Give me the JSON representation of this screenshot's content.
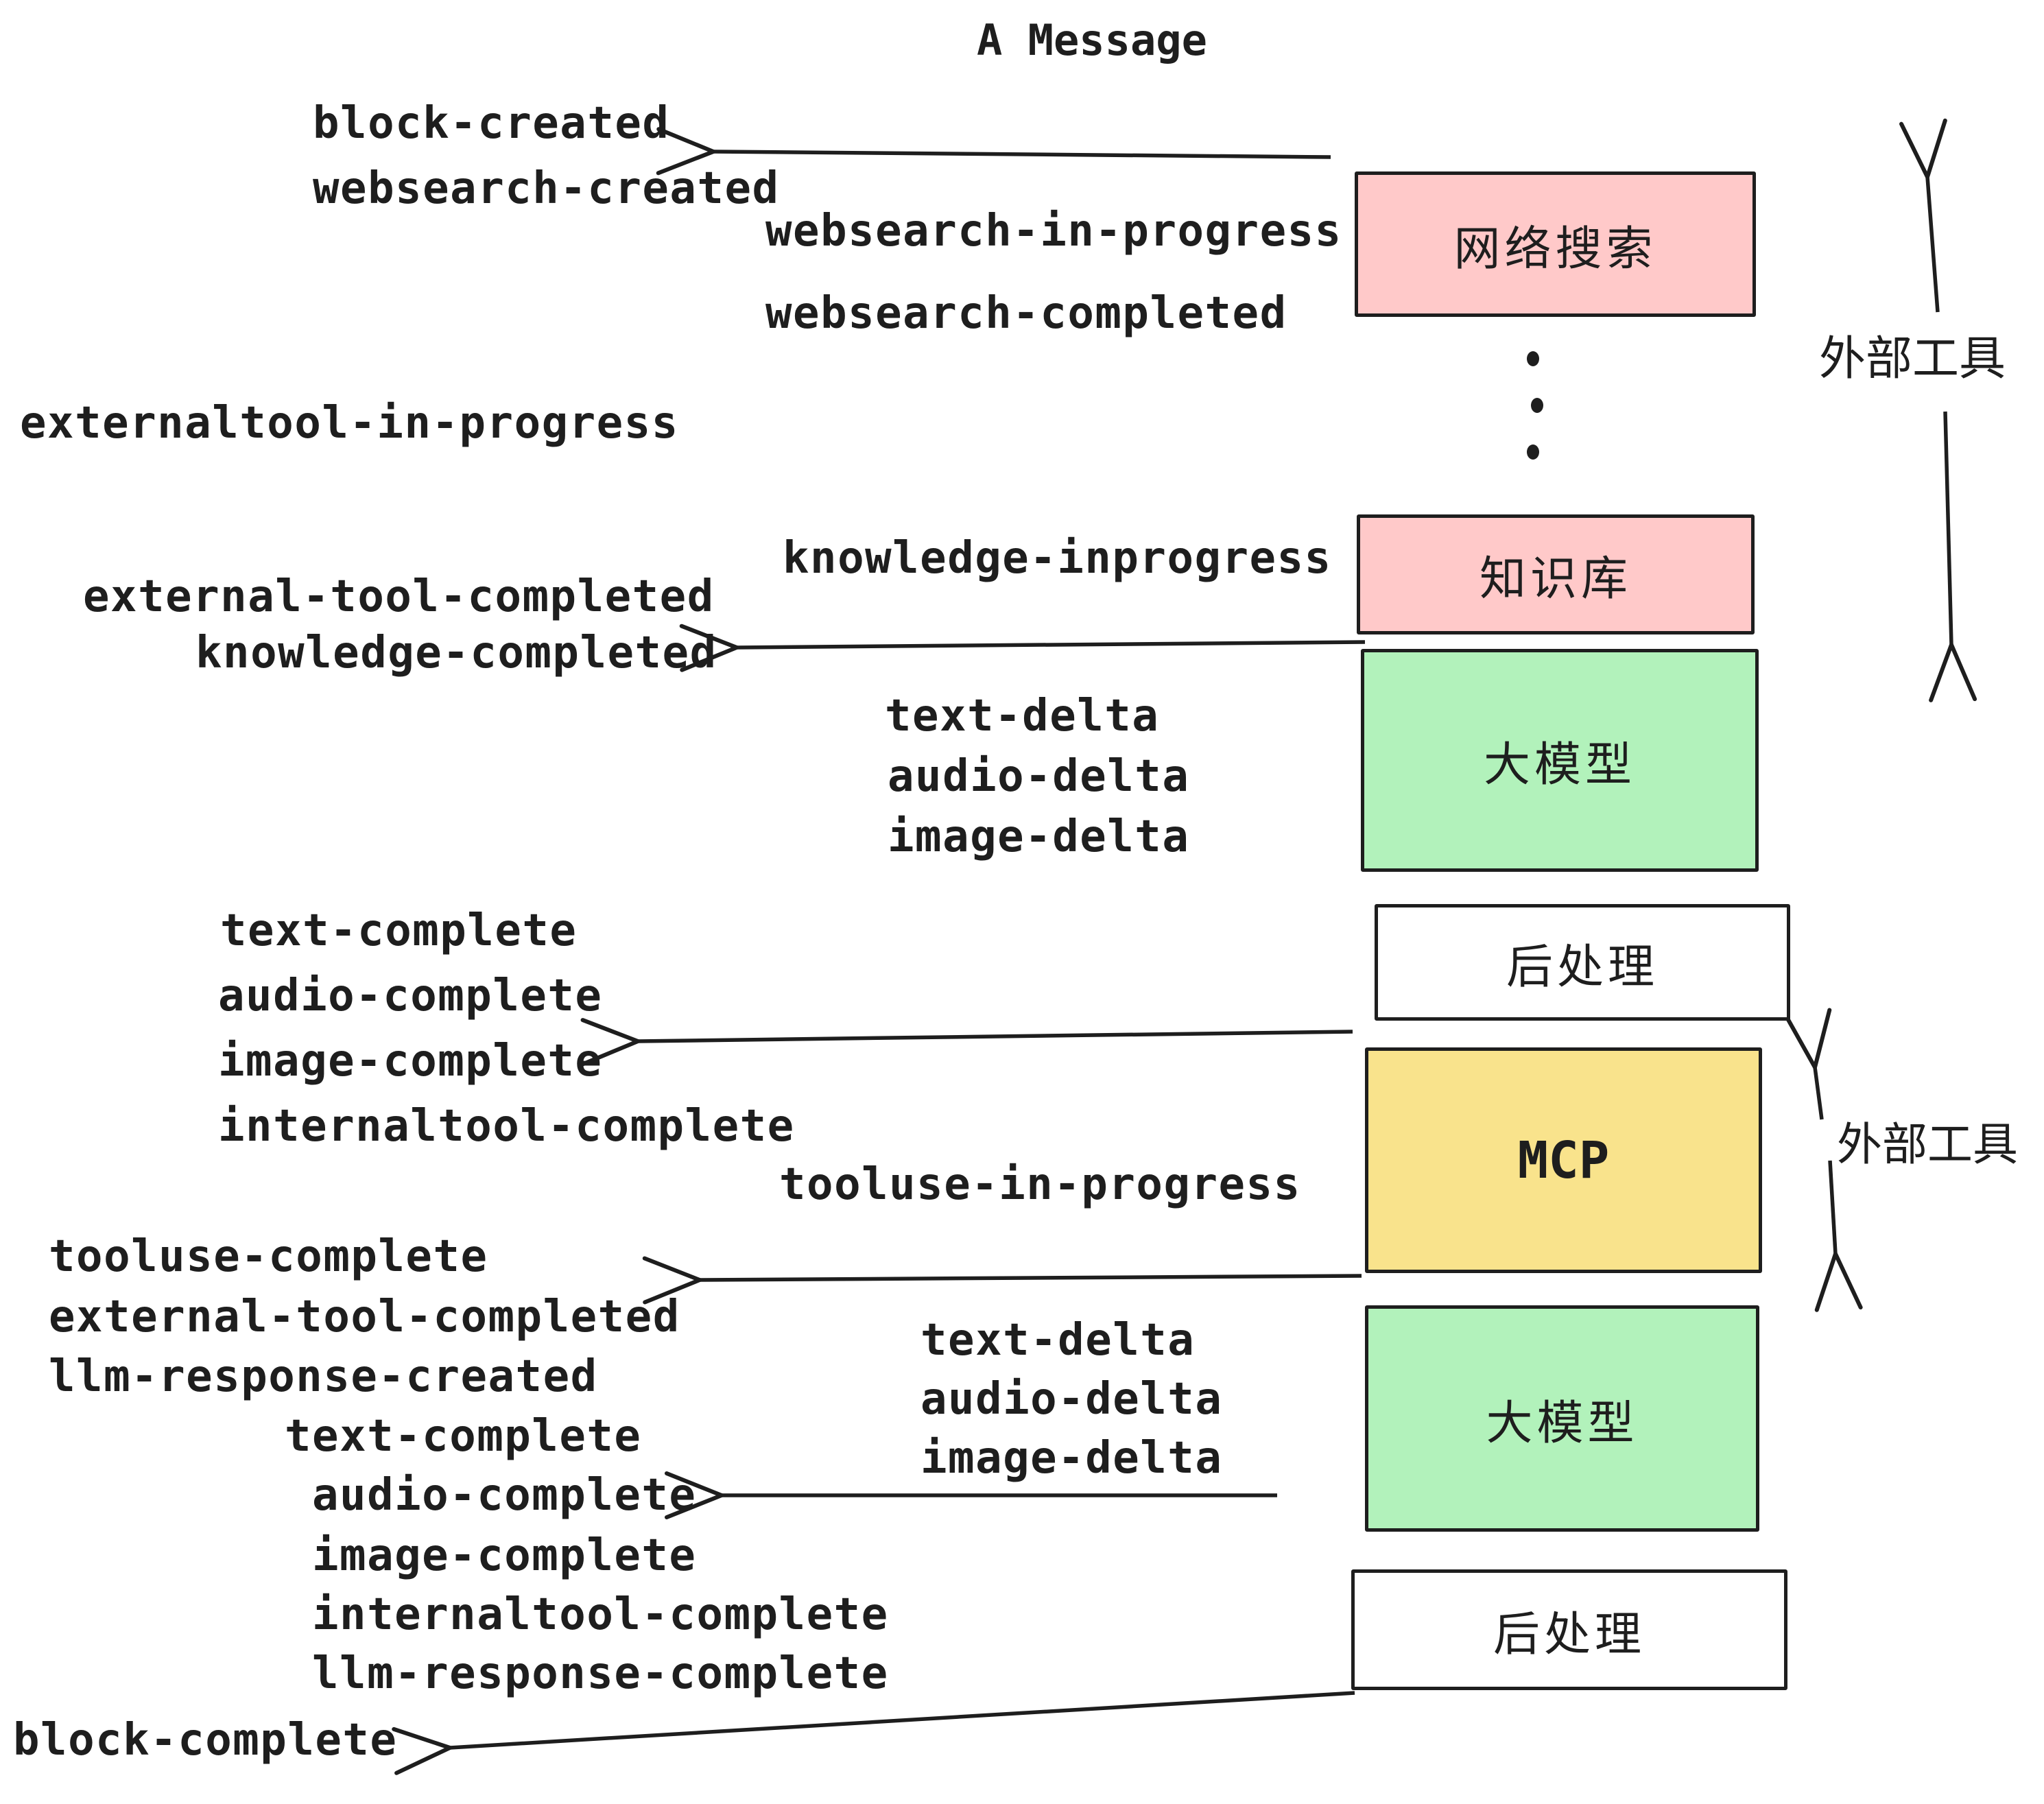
{
  "title": "A Message",
  "colors": {
    "ink": "#1e1e1e",
    "pink": "#ffc9c9",
    "green": "#b2f2bb",
    "yellow": "#f9e38c",
    "white": "#ffffff"
  },
  "boxes": {
    "websearch": {
      "label": "网络搜索"
    },
    "knowledge": {
      "label": "知识库"
    },
    "llm1": {
      "label": "大模型"
    },
    "post1": {
      "label": "后处理"
    },
    "mcp": {
      "label": "MCP"
    },
    "llm2": {
      "label": "大模型"
    },
    "post2": {
      "label": "后处理"
    }
  },
  "annotations": {
    "external_tools_top": "外部工具",
    "external_tools_mcp": "外部工具"
  },
  "events": {
    "block_created": "block-created",
    "websearch_created": "websearch-created",
    "websearch_in_progress": "websearch-in-progress",
    "websearch_completed": "websearch-completed",
    "externaltool_in_progress": "externaltool-in-progress",
    "knowledge_inprogress": "knowledge-inprogress",
    "external_tool_completed": "external-tool-completed",
    "knowledge_completed": "knowledge-completed",
    "text_delta_1": "text-delta",
    "audio_delta_1": "audio-delta",
    "image_delta_1": "image-delta",
    "text_complete_1": "text-complete",
    "audio_complete_1": "audio-complete",
    "image_complete_1": "image-complete",
    "internaltool_complete_1": "internaltool-complete",
    "tooluse_in_progress": "tooluse-in-progress",
    "tooluse_complete": "tooluse-complete",
    "external_tool_completed_2": "external-tool-completed",
    "llm_response_created": "llm-response-created",
    "text_complete_2": "text-complete",
    "audio_complete_2": "audio-complete",
    "image_complete_2": "image-complete",
    "internaltool_complete_2": "internaltool-complete",
    "llm_response_complete": "llm-response-complete",
    "block_complete": "block-complete"
  }
}
